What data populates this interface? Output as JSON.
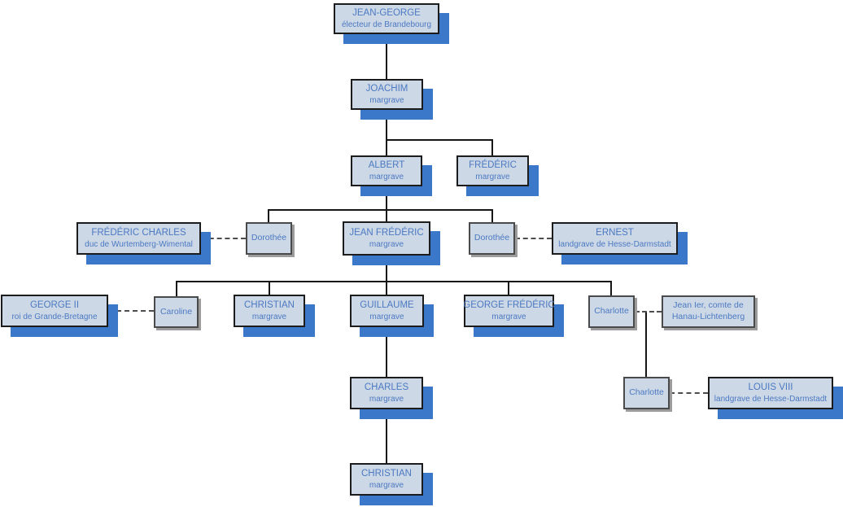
{
  "diagram": {
    "type": "family-tree",
    "colors": {
      "box_fill": "#cdd8e6",
      "box_border": "#1c1c1c",
      "small_box_border": "#4a4a4a",
      "blue_shadow": "#3b78ca",
      "gray_shadow": "#9c9c9c",
      "text": "#4b79c2",
      "solid_line": "#161616",
      "dashed_line": "#4d4d4d",
      "background": "#ffffff"
    },
    "nodes": {
      "jean_george": {
        "title": "JEAN-GEORGE",
        "subtitle": "électeur de Brandebourg"
      },
      "joachim": {
        "title": "JOACHIM",
        "subtitle": "margrave"
      },
      "albert": {
        "title": "ALBERT",
        "subtitle": "margrave"
      },
      "frederic": {
        "title": "FRÉDÉRIC",
        "subtitle": "margrave"
      },
      "frederic_charles": {
        "title": "FRÉDÉRIC CHARLES",
        "subtitle": "duc de Wurtemberg-Wimental"
      },
      "dorothee_1": {
        "title": "Dorothée"
      },
      "jean_frederic": {
        "title": "JEAN FRÉDÉRIC",
        "subtitle": "margrave"
      },
      "dorothee_2": {
        "title": "Dorothée"
      },
      "ernest": {
        "title": "ERNEST",
        "subtitle": "landgrave de Hesse-Darmstadt"
      },
      "george_ii": {
        "title": "GEORGE II",
        "subtitle": "roi de Grande-Bretagne"
      },
      "caroline": {
        "title": "Caroline"
      },
      "christian_1": {
        "title": "CHRISTIAN",
        "subtitle": "margrave"
      },
      "guillaume": {
        "title": "GUILLAUME",
        "subtitle": "margrave"
      },
      "george_frederic": {
        "title": "GEORGE FRÉDÉRIC",
        "subtitle": "margrave"
      },
      "charlotte_1": {
        "title": "Charlotte"
      },
      "jean_1er": {
        "title": "Jean Ier, comte de",
        "subtitle": "Hanau-Lichtenberg"
      },
      "charles": {
        "title": "CHARLES",
        "subtitle": "margrave"
      },
      "charlotte_2": {
        "title": "Charlotte"
      },
      "louis_viii": {
        "title": "LOUIS VIII",
        "subtitle": "landgrave de Hesse-Darmstadt"
      },
      "christian_2": {
        "title": "CHRISTIAN",
        "subtitle": "margrave"
      }
    },
    "relations": [
      {
        "type": "descent",
        "from": "jean_george",
        "to": [
          "joachim"
        ]
      },
      {
        "type": "descent",
        "from": "joachim",
        "to": [
          "albert",
          "frederic"
        ]
      },
      {
        "type": "descent",
        "from": "albert",
        "to": [
          "dorothee_1",
          "jean_frederic",
          "dorothee_2"
        ]
      },
      {
        "type": "marriage",
        "between": [
          "frederic_charles",
          "dorothee_1"
        ]
      },
      {
        "type": "marriage",
        "between": [
          "dorothee_2",
          "ernest"
        ]
      },
      {
        "type": "descent",
        "from": "jean_frederic",
        "to": [
          "caroline",
          "christian_1",
          "guillaume",
          "george_frederic",
          "charlotte_1"
        ]
      },
      {
        "type": "marriage",
        "between": [
          "george_ii",
          "caroline"
        ]
      },
      {
        "type": "marriage",
        "between": [
          "charlotte_1",
          "jean_1er"
        ]
      },
      {
        "type": "descent",
        "from": "charlotte_1",
        "to": [
          "charlotte_2"
        ]
      },
      {
        "type": "descent",
        "from": "guillaume",
        "to": [
          "charles"
        ]
      },
      {
        "type": "marriage",
        "between": [
          "charlotte_2",
          "louis_viii"
        ]
      },
      {
        "type": "descent",
        "from": "charles",
        "to": [
          "christian_2"
        ]
      }
    ]
  }
}
